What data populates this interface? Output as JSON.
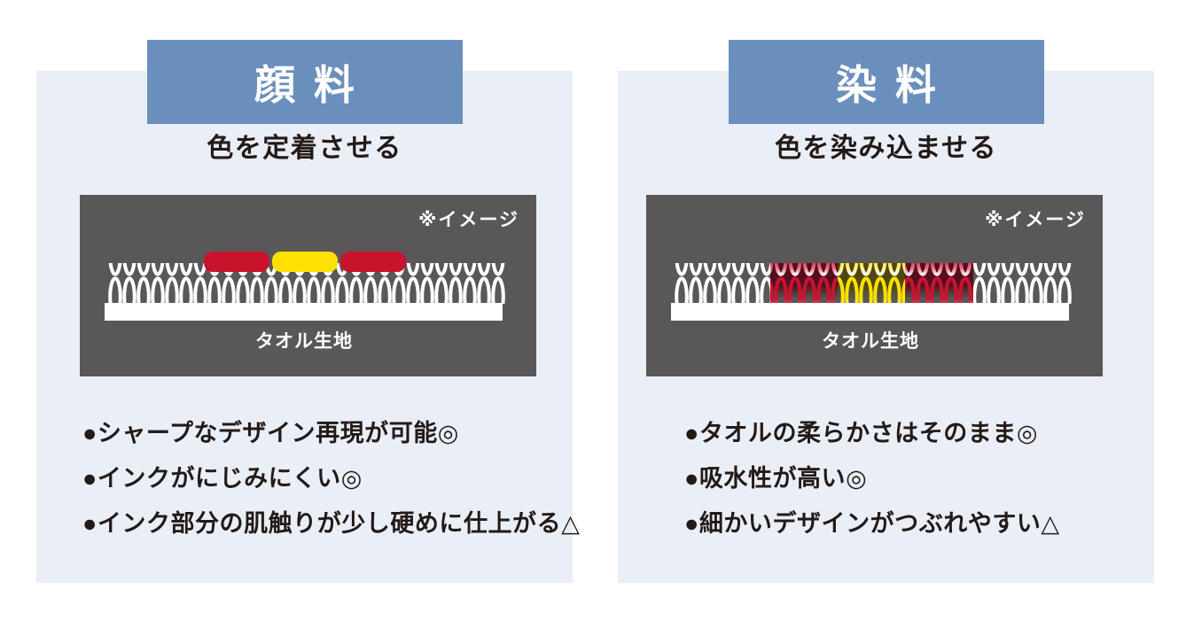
{
  "panels": [
    {
      "title": "顔料",
      "subtitle": "色を定着させる",
      "image_note": "※イメージ",
      "fabric_label": "タオル生地",
      "bullets": [
        "●シャープなデザイン再現が可能◎",
        "●インクがにじみにくい◎",
        "●インク部分の肌触りが少し硬めに仕上がる△"
      ]
    },
    {
      "title": "染料",
      "subtitle": "色を染み込ませる",
      "image_note": "※イメージ",
      "fabric_label": "タオル生地",
      "bullets": [
        "●タオルの柔らかさはそのまま◎",
        "●吸水性が高い◎",
        "●細かいデザインがつぶれやすい△"
      ]
    }
  ],
  "colors": {
    "panel_bg": "#eaeef7",
    "header_bg": "#6b8fbd",
    "illustration_bg": "#595757",
    "ink_red": "#c9132d",
    "ink_yellow": "#ffe100",
    "text_dark": "#231a17",
    "loop_white": "#ffffff"
  }
}
